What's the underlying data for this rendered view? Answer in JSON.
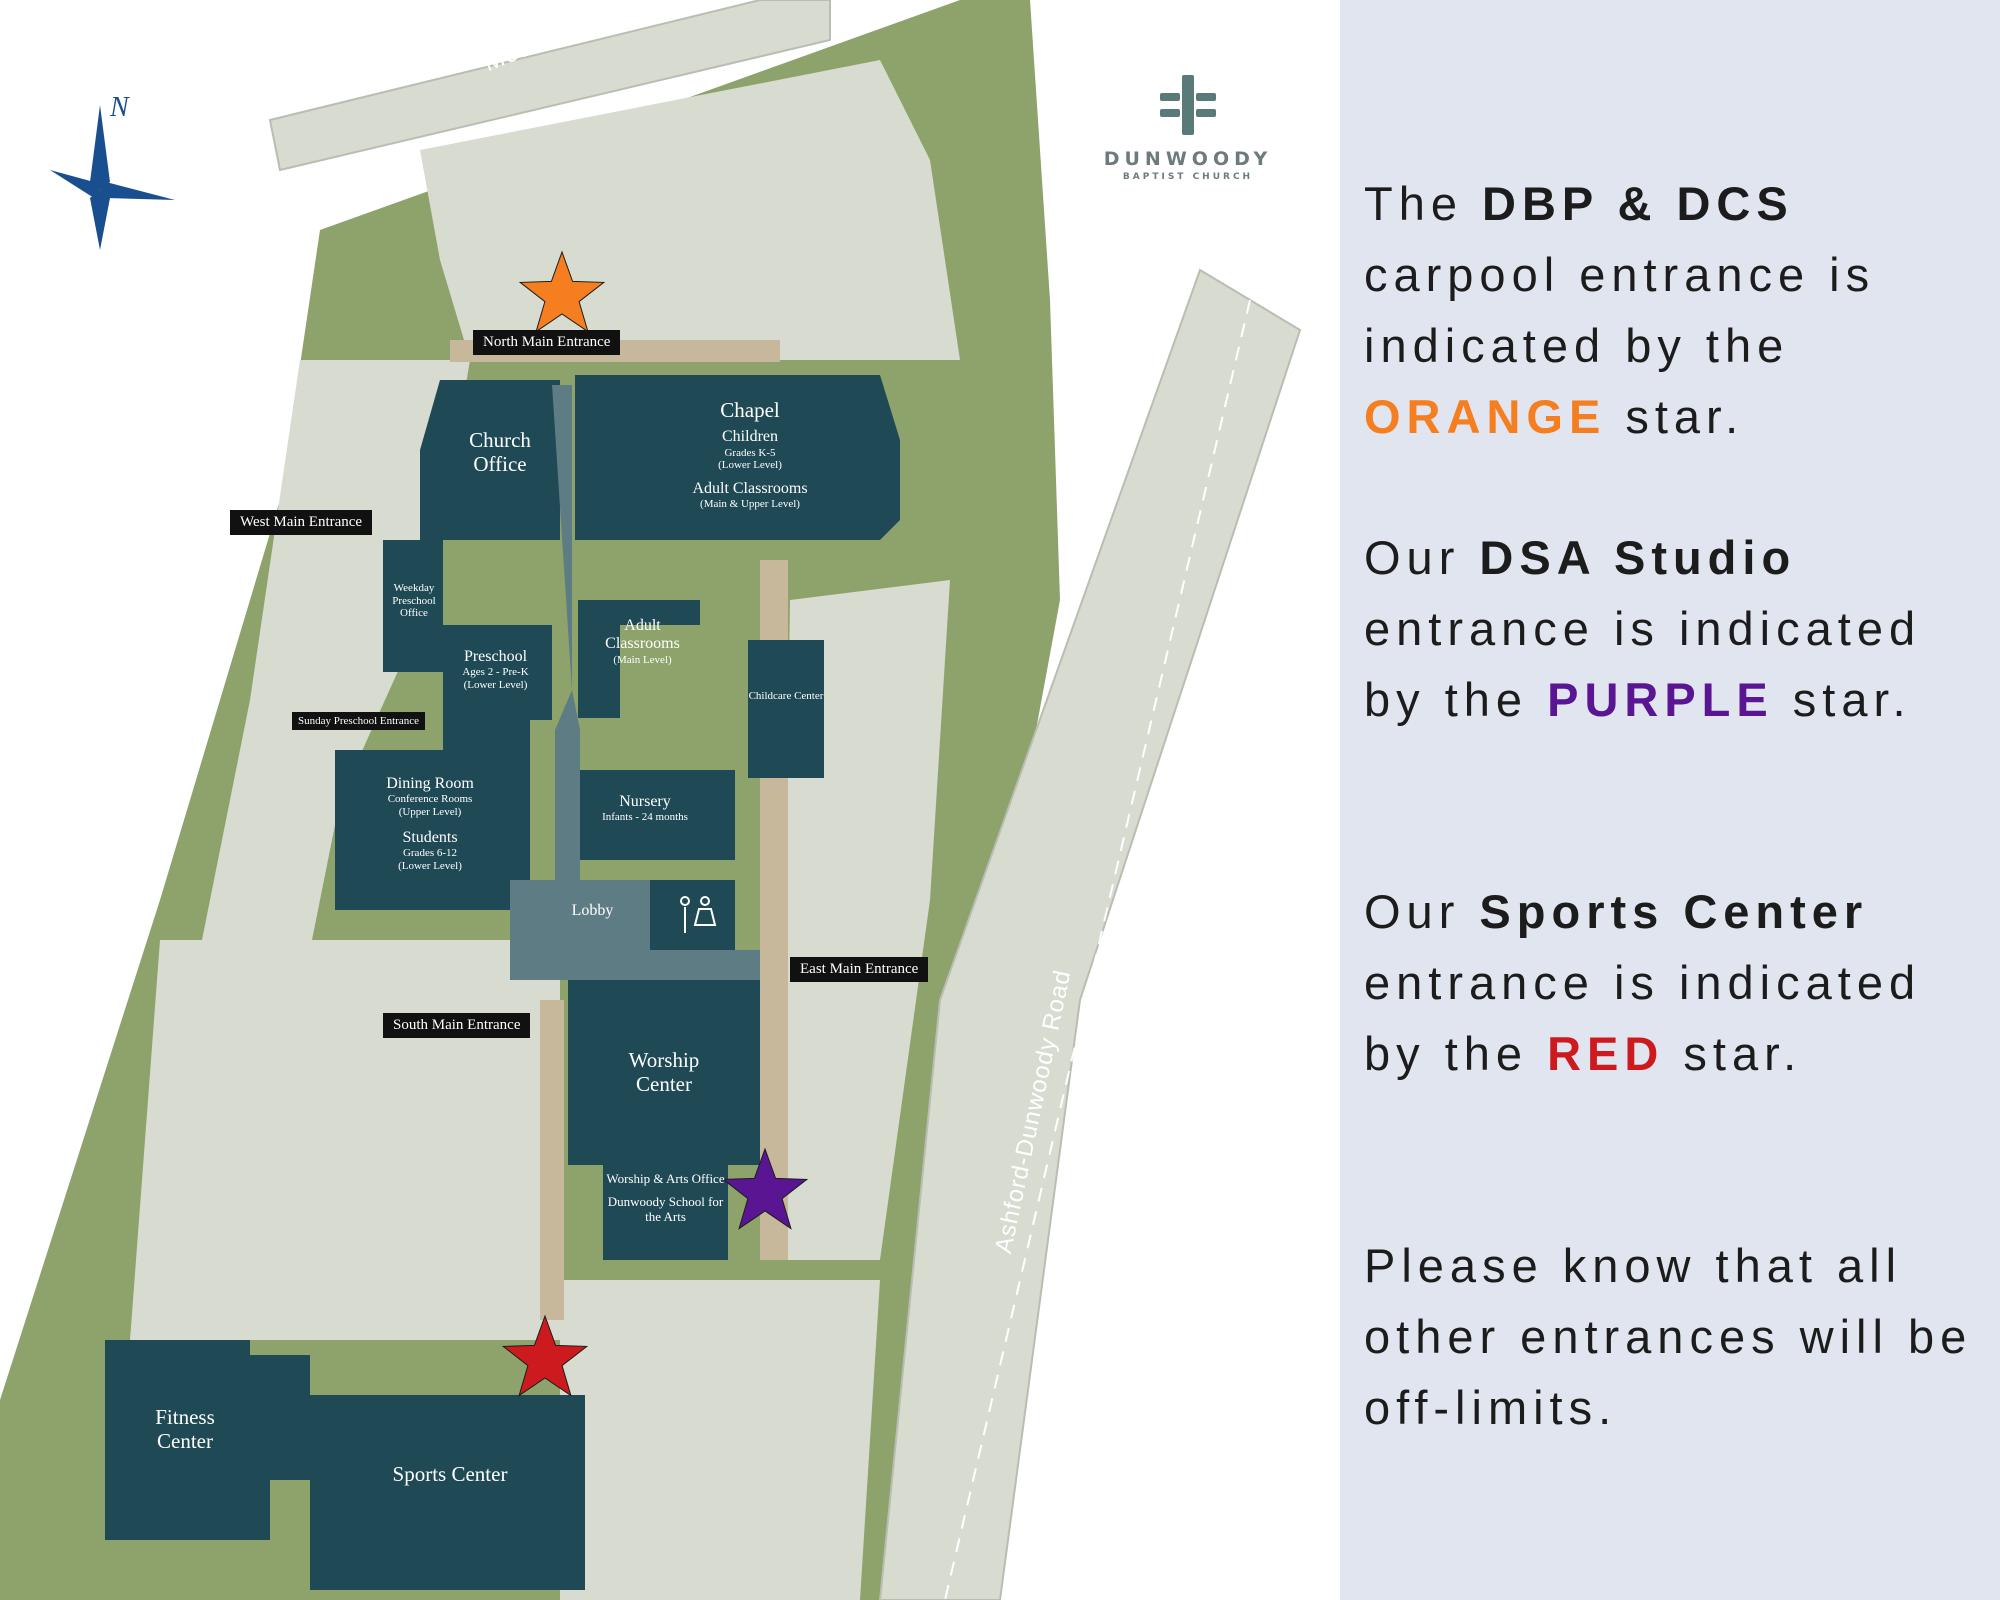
{
  "map": {
    "roads": {
      "north": "Mount Vernon Road",
      "east": "Ashford-Dunwoody Road"
    },
    "logo": {
      "name": "DUNWOODY",
      "subtitle": "BAPTIST CHURCH"
    },
    "compass": "N",
    "buildings": {
      "church_office": "Church Office",
      "chapel": "Chapel",
      "chapel_children": "Children",
      "chapel_children_grades": "Grades K-5",
      "chapel_children_level": "(Lower Level)",
      "chapel_adult": "Adult Classrooms",
      "chapel_adult_level": "(Main & Upper Level)",
      "weekday_preschool": "Weekday Preschool Office",
      "adult_classrooms": "Adult Classrooms",
      "adult_classrooms_level": "(Main Level)",
      "preschool": "Preschool",
      "preschool_ages": "Ages 2 - Pre-K",
      "preschool_level": "(Lower Level)",
      "childcare": "Childcare Center",
      "dining": "Dining Room",
      "dining_conf": "Conference Rooms",
      "dining_level": "(Upper Level)",
      "students": "Students",
      "students_grades": "Grades 6-12",
      "students_level": "(Lower Level)",
      "nursery": "Nursery",
      "nursery_ages": "Infants - 24 months",
      "lobby": "Lobby",
      "worship_center": "Worship Center",
      "worship_arts": "Worship & Arts Office",
      "school_arts": "Dunwoody School for the Arts",
      "fitness": "Fitness Center",
      "sports": "Sports Center"
    },
    "entrances": {
      "north": "North Main Entrance",
      "west": "West Main Entrance",
      "sunday": "Sunday Preschool Entrance",
      "east": "East Main Entrance",
      "south": "South Main Entrance"
    },
    "stars": {
      "orange": "#f57e20",
      "purple": "#5a1592",
      "red": "#cc1a1f"
    },
    "colors": {
      "grass": "#8da36b",
      "pavement": "#d7dbd0",
      "building": "#1f4a55",
      "lobby": "#5d7c83",
      "walkway": "#c7b89c"
    }
  },
  "panel": {
    "p1": {
      "t1": "The ",
      "b1": "DBP & DCS",
      "t2": " carpool entrance is indicated by the ",
      "c1": "ORANGE",
      "t3": " star."
    },
    "p2": {
      "t1": "Our ",
      "b1": "DSA Studio",
      "t2": " entrance is indicated by the ",
      "c1": "PURPLE",
      "t3": " star."
    },
    "p3": {
      "t1": "Our ",
      "b1": "Sports Center",
      "t2": " entrance is indicated by the ",
      "c1": "RED",
      "t3": " star."
    },
    "p4": {
      "t1": "Please know that all other entrances will be off-limits."
    }
  }
}
